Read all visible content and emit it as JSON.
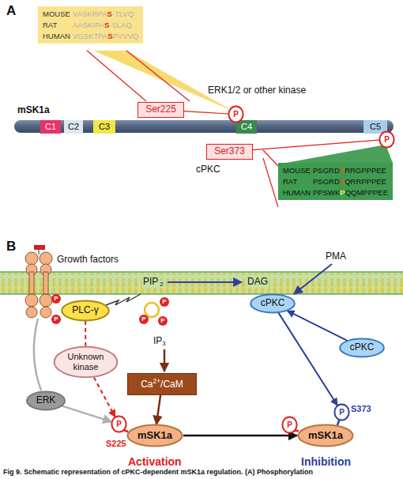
{
  "diagram": {
    "caption": "Fig 9. Schematic representation of cPKC-dependent mSK1a regulation. (A) Phosphorylation",
    "nodes": [
      {
        "text": [
          "MOUSE",
          "VASKRPA",
          "S",
          "-TLVQ",
          "RAT",
          "AASKIPA",
          "S",
          "-SLAQ",
          "HUMAN",
          "VGSKTPA",
          "S",
          "PVVVQ"
        ]
      },
      {
        "text": [
          "Ser225"
        ]
      },
      {
        "text": [
          "C1"
        ]
      },
      {
        "text": [
          "C2"
        ]
      },
      {
        "text": [
          "C3"
        ]
      },
      {
        "text": [
          "C4"
        ]
      },
      {
        "text": [
          "C5"
        ]
      },
      {
        "text": [
          "P"
        ]
      },
      {
        "text": [
          "P"
        ]
      },
      {
        "text": [
          "Ser373"
        ]
      },
      {
        "text": [
          "MOUSE",
          "PSGRD",
          "S",
          "RRGPPPEE",
          "RAT",
          "PSGRD",
          "S",
          "QRRPPPEE",
          "HUMAN",
          "PPSWK",
          "P",
          "QQMPPPEE"
        ]
      },
      {
        "text": [
          "PLC-γ"
        ]
      },
      {
        "text": [
          "cPKC"
        ]
      },
      {
        "text": [
          "cPKC"
        ]
      },
      {
        "text": [
          "Unknown kinase"
        ]
      },
      {
        "text": [
          "Ca",
          "2+",
          "/CaM"
        ]
      },
      {
        "text": [
          "ERK"
        ]
      },
      {
        "text": [
          "mSK1a"
        ]
      },
      {
        "text": [
          "P"
        ]
      },
      {
        "text": [
          "mSK1a"
        ]
      },
      {
        "text": [
          "P"
        ]
      },
      {
        "text": [
          "P"
        ]
      }
    ],
    "edges": [
      {
        "from": 1,
        "to": 7,
        "arrow": "none"
      },
      {
        "from": 9,
        "to": 8,
        "arrow": "none"
      },
      {
        "from": 11,
        "to": 14,
        "arrow": "none"
      },
      {
        "from": 14,
        "to": 18,
        "arrow": "to"
      },
      {
        "from": 16,
        "to": 18,
        "arrow": "to"
      },
      {
        "from": 15,
        "to": 17,
        "arrow": "to"
      },
      {
        "from": 17,
        "to": 19,
        "arrow": "to"
      },
      {
        "from": 13,
        "to": 12,
        "arrow": "to"
      },
      {
        "from": 12,
        "to": 21,
        "arrow": "to"
      }
    ],
    "labels": [
      "A",
      "ERK1/2 or other kinase",
      "mSK1a",
      "cPKC",
      "B",
      "Growth factors",
      "PIP",
      "2",
      "DAG",
      "PMA",
      "IP",
      "3",
      "S225",
      "S373",
      "Activation",
      "Inhibition",
      "P",
      "P",
      "P",
      "P",
      "P"
    ]
  }
}
